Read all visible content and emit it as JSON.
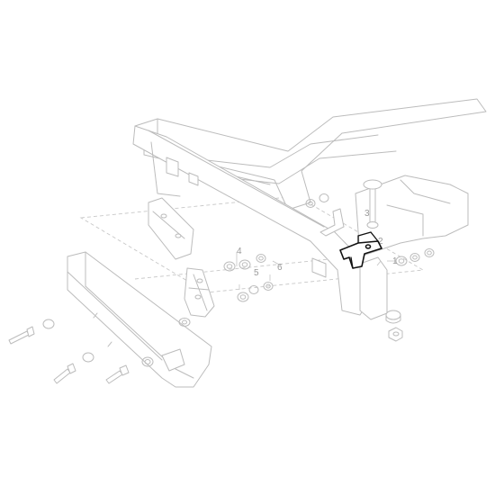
{
  "diagram": {
    "callouts": [
      {
        "id": "callout-1",
        "label": "1"
      },
      {
        "id": "callout-2",
        "label": "2"
      },
      {
        "id": "callout-3",
        "label": "3"
      },
      {
        "id": "callout-4",
        "label": "4"
      },
      {
        "id": "callout-5",
        "label": "5"
      },
      {
        "id": "callout-6",
        "label": "6"
      }
    ],
    "highlighted_part": "bracket",
    "colors": {
      "line": "#bcbcbc",
      "highlight": "#111111",
      "background": "#ffffff"
    }
  }
}
